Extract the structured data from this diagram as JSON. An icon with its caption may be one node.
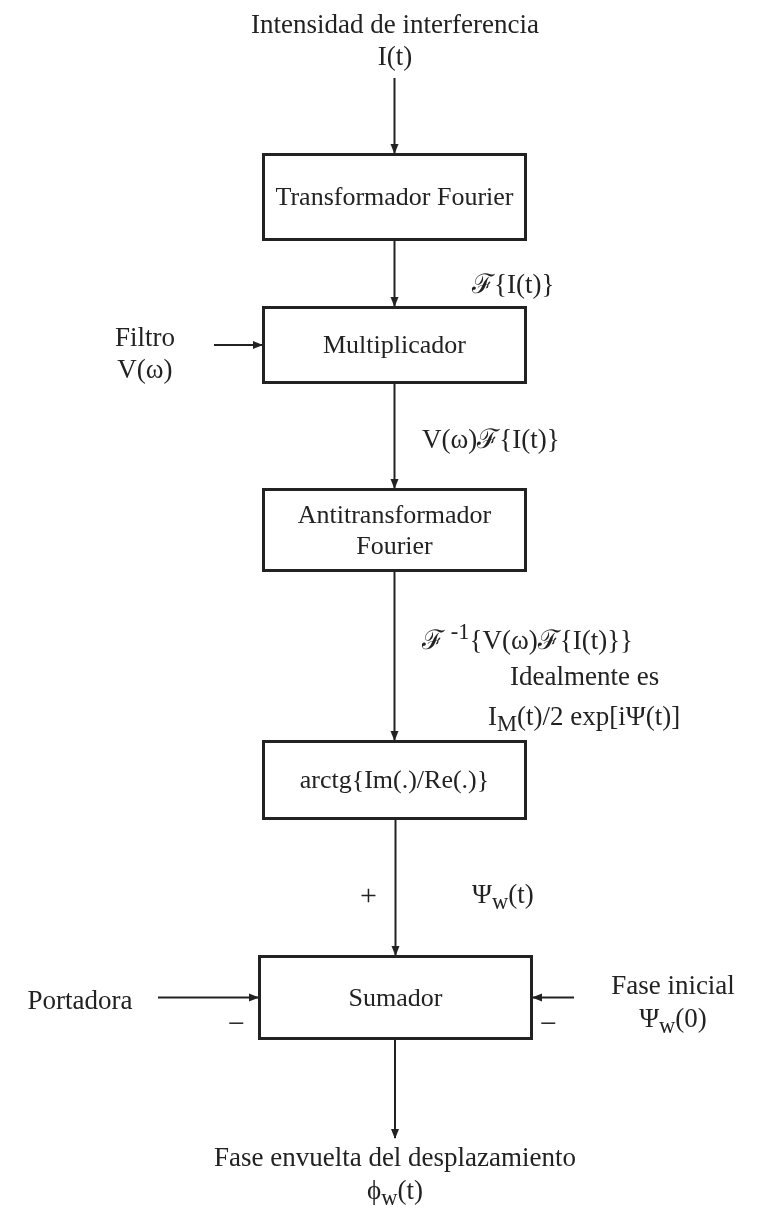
{
  "diagram": {
    "nodes": [
      {
        "text": [
          "Intensidad de interferencia",
          "I(t)"
        ]
      },
      {
        "text": [
          "Transformador Fourier"
        ]
      },
      {
        "text": [
          "Filtro",
          "V(ω)"
        ]
      },
      {
        "text": [
          "Multiplicador"
        ]
      },
      {
        "text": [
          "Antitransformador Fourier"
        ]
      },
      {
        "text": [
          "arctg{Im(.)/Re(.)}"
        ]
      },
      {
        "text": [
          "Portadora"
        ]
      },
      {
        "text": [
          "Sumador"
        ]
      },
      {
        "text": [
          "Fase inicial",
          "Ψ$_{w}$(0)"
        ]
      },
      {
        "text": [
          "Fase envuelta del desplazamiento",
          "ϕ$_{w}$(t)"
        ]
      }
    ],
    "edges": [
      {
        "from": 0,
        "to": 1,
        "arrow": "to"
      },
      {
        "from": 1,
        "to": 3,
        "arrow": "to",
        "label": "ℱ{I(t)}"
      },
      {
        "from": 2,
        "to": 3,
        "arrow": "to"
      },
      {
        "from": 3,
        "to": 4,
        "arrow": "to",
        "label": "V(ω)ℱ{I(t)}"
      },
      {
        "from": 4,
        "to": 5,
        "arrow": "to",
        "label": "ℱ $^{-1}${V(ω)ℱ{I(t)}}"
      },
      {
        "from": 5,
        "to": 7,
        "arrow": "to",
        "label": "Ψ$_{w}$(t)"
      },
      {
        "from": 6,
        "to": 7,
        "arrow": "to"
      },
      {
        "from": 8,
        "to": 7,
        "arrow": "to"
      },
      {
        "from": 7,
        "to": 9,
        "arrow": "to"
      }
    ],
    "labels": [
      "Idealmente es",
      "I$_{M}$(t)/2 exp[iΨ(t)]",
      "+",
      "−",
      "−"
    ]
  }
}
